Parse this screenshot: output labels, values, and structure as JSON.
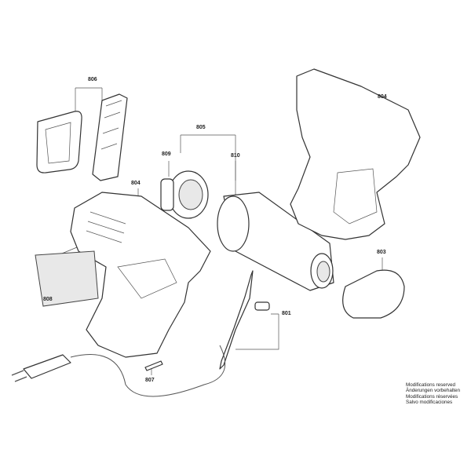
{
  "labels": {
    "p806": "806",
    "p805": "805",
    "p804_housing_left": "804",
    "p804_housing_right": "804",
    "p809": "809",
    "p810": "810",
    "p803": "803",
    "p808": "808",
    "p801": "801",
    "p807": "807"
  },
  "notice": [
    "Modifications reserved",
    "Änderungen vorbehalten",
    "Modifications réservées",
    "Salvo modificaciones"
  ]
}
